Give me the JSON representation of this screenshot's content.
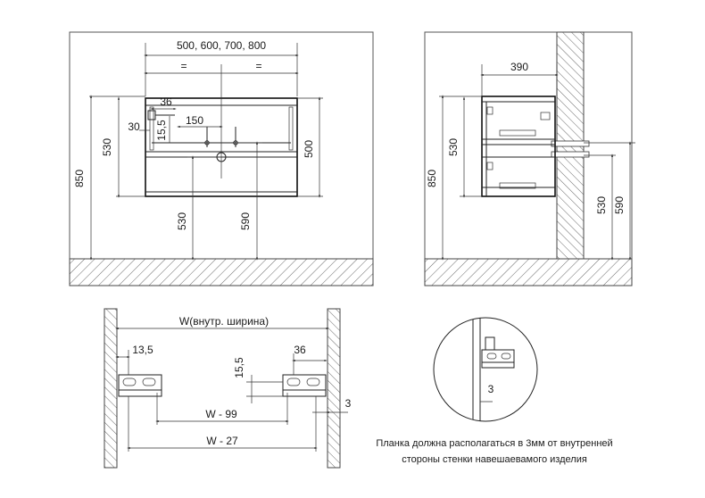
{
  "front_view": {
    "width_dim": "500, 600, 700, 800",
    "eq_left": "=",
    "eq_right": "=",
    "dim_36": "36",
    "dim_30": "30",
    "dim_150": "150",
    "dim_15_5": "15,5",
    "dim_530_left": "530",
    "dim_850": "850",
    "dim_500": "500",
    "dim_530_bottom": "530",
    "dim_590": "590"
  },
  "side_view": {
    "dim_390": "390",
    "dim_530_upper": "530",
    "dim_850": "850",
    "dim_530": "530",
    "dim_590": "590"
  },
  "bracket_view": {
    "width_label": "W(внутр. ширина)",
    "dim_13_5": "13,5",
    "dim_36": "36",
    "dim_15_5": "15,5",
    "dim_w99": "W - 99",
    "dim_w27": "W - 27",
    "dim_3": "3"
  },
  "detail_view": {
    "dim_3": "3",
    "note_line1": "Планка должна располагаться в 3мм от внутренней",
    "note_line2": "стороны стенки навешаевамого изделия"
  }
}
